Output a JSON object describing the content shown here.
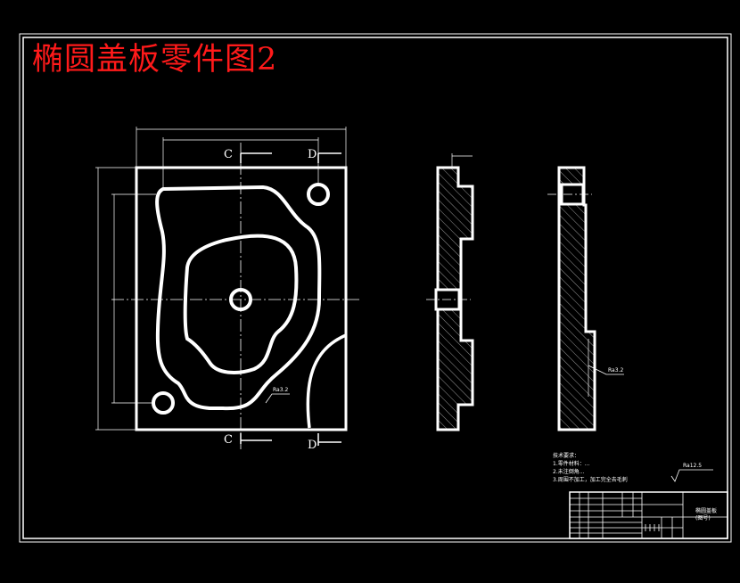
{
  "title": "椭圆盖板零件图2",
  "section_labels": {
    "c_top": "C",
    "d_top": "D",
    "c_bottom": "C",
    "d_bottom": "D"
  },
  "roughness_note_front": "Ra3.2",
  "roughness_note_side": "Ra3.2",
  "roughness_general": "Ra12.5",
  "tech_requirements": {
    "heading": "技术要求：",
    "items": [
      "1.零件材料：...",
      "2.未注倒角...",
      "3.周围不加工，加工完全去毛刺"
    ]
  },
  "title_block": {
    "part_name": "椭圆盖板",
    "drawing_no": "(图号)"
  },
  "colors": {
    "background": "#000000",
    "lines": "#ffffff",
    "title": "#ff1a1a",
    "centerline": "#ffffff"
  }
}
